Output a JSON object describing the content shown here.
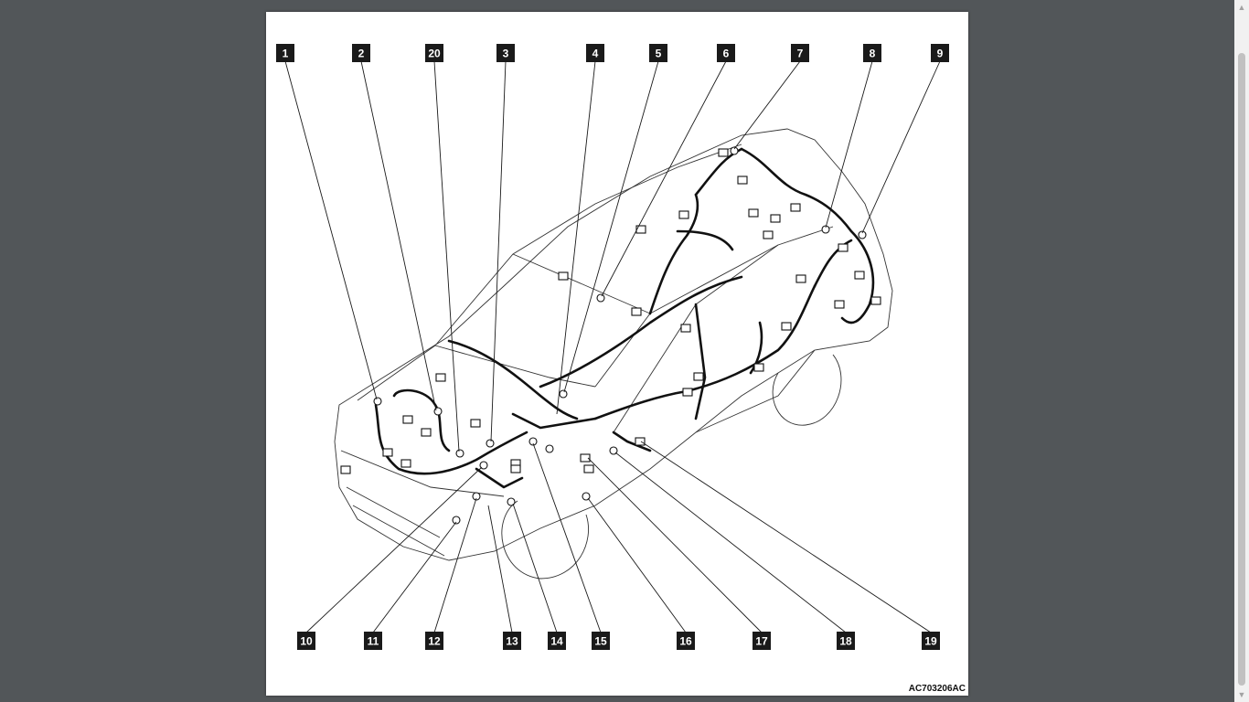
{
  "figure": {
    "code": "AC703206AC",
    "callouts": [
      "1",
      "2",
      "20",
      "3",
      "4",
      "5",
      "6",
      "7",
      "8",
      "9",
      "10",
      "11",
      "12",
      "13",
      "14",
      "15",
      "16",
      "17",
      "18",
      "19"
    ]
  },
  "icons": {
    "scroll_up": "scroll-up-arrow-icon",
    "scroll_down": "scroll-down-arrow-icon"
  },
  "colors": {
    "viewer_background": "#525659",
    "page": "#ffffff",
    "callout_box": "#1a1a1a"
  }
}
